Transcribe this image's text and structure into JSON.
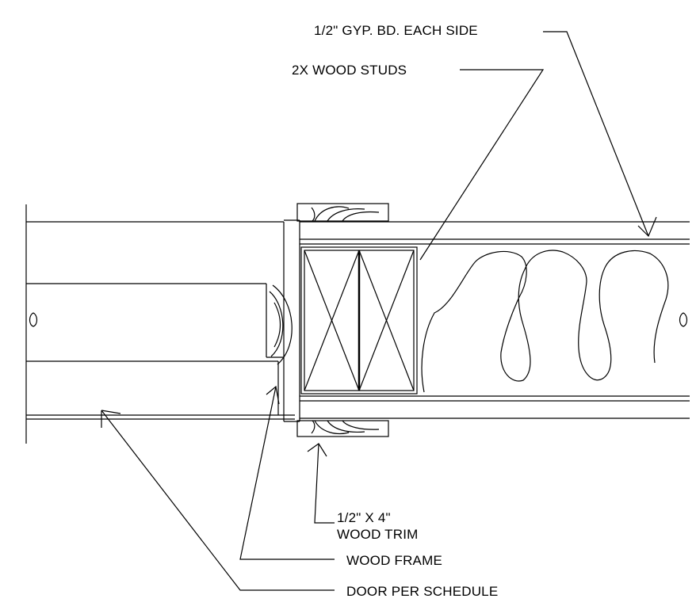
{
  "labels": {
    "gyp": "1/2\" GYP. BD. EACH SIDE",
    "studs": "2X WOOD STUDS",
    "trim_line1": "1/2\" X 4\"",
    "trim_line2": "WOOD TRIM",
    "frame": "WOOD FRAME",
    "door": "DOOR PER SCHEDULE"
  }
}
